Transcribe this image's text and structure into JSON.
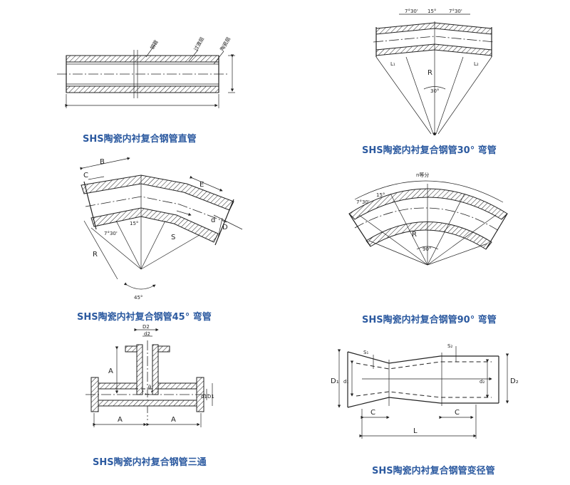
{
  "captions": {
    "straight": "SHS陶瓷内衬复合钢管直管",
    "bend30": "SHS陶瓷内衬复合钢管30° 弯管",
    "bend45": "SHS陶瓷内衬复合钢管45° 弯管",
    "bend90": "SHS陶瓷内衬复合钢管90° 弯管",
    "tee": "SHS陶瓷内衬复合钢管三通",
    "reducer": "SHS陶瓷内衬复合钢管变径管"
  },
  "straight": {
    "layer_steel": "钢管",
    "layer_transition": "过渡层",
    "layer_ceramic": "陶瓷层"
  },
  "bend30": {
    "angle_half_left": "7°30'",
    "angle_mid": "15°",
    "angle_half_right": "7°30'",
    "radius": "R",
    "angle_total": "30°",
    "l1": "L₁",
    "l2": "L₂"
  },
  "bend45": {
    "dim_b": "B",
    "dim_c": "C",
    "dim_e": "E",
    "angle_a": "7°30'",
    "angle_b": "15°",
    "radius": "R",
    "dim_s": "S",
    "dim_d": "d",
    "dim_D": "D",
    "angle_total": "45°"
  },
  "bend90": {
    "segments": "n等分",
    "angle_a": "7°30'",
    "angle_b": "15°",
    "radius": "R",
    "angle_total": "90°"
  },
  "tee": {
    "d2": "D2",
    "d2_inner": "d2",
    "dim_a_vertical": "A",
    "dim_a_left": "A",
    "dim_a_right": "A",
    "d1_inner": "d1",
    "d1": "D1",
    "angle": "θ"
  },
  "reducer": {
    "s1": "S₁",
    "s2": "S₂",
    "d1_outer": "D₁",
    "d1_inner": "d₁",
    "d2_inner": "d₂",
    "d2_outer": "D₂",
    "c_left": "C",
    "c_right": "C",
    "length": "L"
  }
}
